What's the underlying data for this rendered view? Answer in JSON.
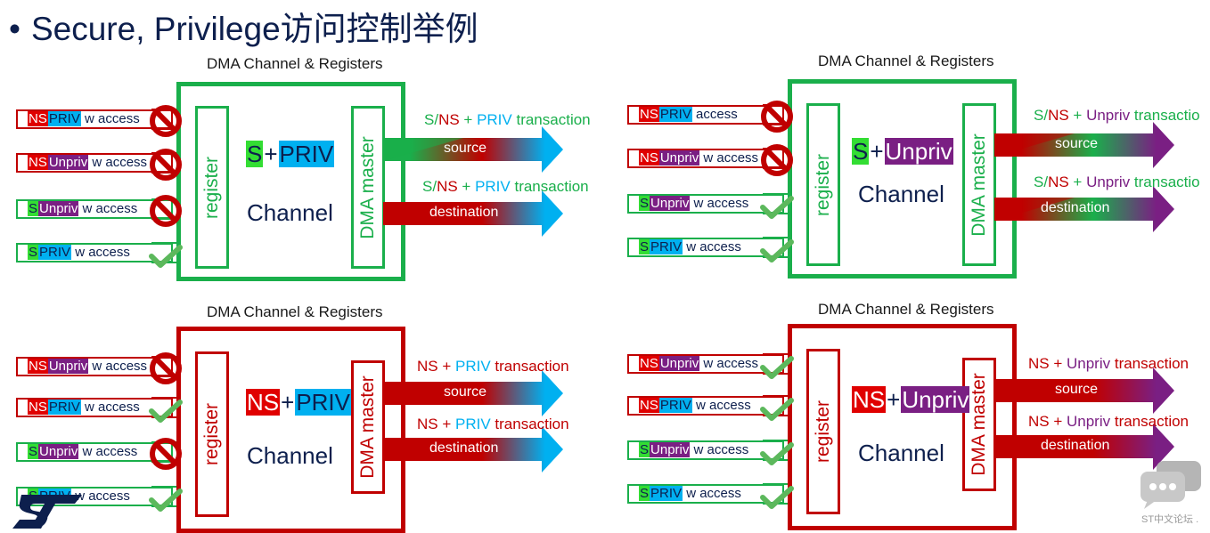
{
  "title": {
    "bullet": "•",
    "text": "Secure, Privilege访问控制举例"
  },
  "colors": {
    "green": "#1aaf4b",
    "red": "#c00000",
    "cyan": "#00b0f0",
    "purple": "#7a1f83",
    "s_green": "#33dd33",
    "ns_red": "#e00000",
    "navy": "#0d1f4d",
    "check": "#5cb85c"
  },
  "quadrants": [
    {
      "label": "DMA Channel & Registers",
      "border": "green",
      "channel_title": [
        {
          "text": "S",
          "bg": "#33dd33",
          "fg": "#0d1f4d"
        },
        {
          "text": "+",
          "bg": "",
          "fg": "#0d1f4d"
        },
        {
          "text": "PRIV",
          "bg": "#00b0f0",
          "fg": "#0d1f4d"
        }
      ],
      "channel_name": "Channel",
      "register": "register",
      "master": "DMA master",
      "accesses": [
        {
          "security": "NS",
          "priv": "PRIV",
          "suffix": "w access",
          "status": "blocked"
        },
        {
          "security": "NS",
          "priv": "Unpriv",
          "suffix": "w access",
          "status": "blocked"
        },
        {
          "security": "S",
          "priv": "Unpriv",
          "suffix": "w access",
          "status": "blocked"
        },
        {
          "security": "S",
          "priv": "PRIV",
          "suffix": "w access",
          "status": "allowed"
        }
      ],
      "transactions": [
        {
          "label": "S/NS + PRIV transaction",
          "parts": [
            {
              "t": "S/",
              "c": "#1aaf4b"
            },
            {
              "t": "NS",
              "c": "#c00000"
            },
            {
              "t": " + ",
              "c": "#1aaf4b"
            },
            {
              "t": "PRIV",
              "c": "#00b0f0"
            },
            {
              "t": " transaction",
              "c": "#1aaf4b"
            }
          ],
          "arrow": "source",
          "grad": [
            "#1aaf4b",
            "#c00000",
            "#00b0f0"
          ]
        },
        {
          "label": "S/NS + PRIV transaction",
          "parts": [
            {
              "t": "S/",
              "c": "#1aaf4b"
            },
            {
              "t": "NS",
              "c": "#c00000"
            },
            {
              "t": " + ",
              "c": "#1aaf4b"
            },
            {
              "t": "PRIV",
              "c": "#00b0f0"
            },
            {
              "t": " transaction",
              "c": "#1aaf4b"
            }
          ],
          "arrow": "destination",
          "grad": [
            "#c00000",
            "#c00000",
            "#00b0f0"
          ]
        }
      ]
    },
    {
      "label": "DMA Channel & Registers",
      "border": "green",
      "channel_title": [
        {
          "text": "S",
          "bg": "#33dd33",
          "fg": "#0d1f4d"
        },
        {
          "text": "+",
          "bg": "",
          "fg": "#0d1f4d"
        },
        {
          "text": "Unpriv",
          "bg": "#7a1f83",
          "fg": "#ffffff"
        }
      ],
      "channel_name": "Channel",
      "register": "register",
      "master": "DMA master",
      "accesses": [
        {
          "security": "NS",
          "priv": "PRIV",
          "suffix": "access",
          "status": "blocked"
        },
        {
          "security": "NS",
          "priv": "Unpriv",
          "suffix": "w access",
          "status": "blocked"
        },
        {
          "security": "S",
          "priv": "Unpriv",
          "suffix": "w access",
          "status": "allowed"
        },
        {
          "security": "S",
          "priv": "PRIV",
          "suffix": "w access",
          "status": "allowed"
        }
      ],
      "transactions": [
        {
          "label": "S/NS + Unpriv transactio",
          "parts": [
            {
              "t": "S/",
              "c": "#1aaf4b"
            },
            {
              "t": "NS",
              "c": "#c00000"
            },
            {
              "t": " + ",
              "c": "#1aaf4b"
            },
            {
              "t": "Unpriv",
              "c": "#7a1f83"
            },
            {
              "t": " transactio",
              "c": "#1aaf4b"
            }
          ],
          "arrow": "source",
          "grad": [
            "#c00000",
            "#1aaf4b",
            "#7a1f83"
          ]
        },
        {
          "label": "S/NS + Unpriv transactio",
          "parts": [
            {
              "t": "S/",
              "c": "#1aaf4b"
            },
            {
              "t": "NS",
              "c": "#c00000"
            },
            {
              "t": " + ",
              "c": "#1aaf4b"
            },
            {
              "t": "Unpriv",
              "c": "#7a1f83"
            },
            {
              "t": " transactio",
              "c": "#1aaf4b"
            }
          ],
          "arrow": "destination",
          "grad": [
            "#c00000",
            "#1aaf4b",
            "#7a1f83"
          ]
        }
      ]
    },
    {
      "label": "DMA Channel & Registers",
      "border": "red",
      "channel_title": [
        {
          "text": "NS",
          "bg": "#e00000",
          "fg": "#ffffff"
        },
        {
          "text": "+",
          "bg": "",
          "fg": "#0d1f4d"
        },
        {
          "text": "PRIV",
          "bg": "#00b0f0",
          "fg": "#0d1f4d"
        }
      ],
      "channel_name": "Channel",
      "register": "register",
      "master": "DMA master",
      "accesses": [
        {
          "security": "NS",
          "priv": "Unpriv",
          "suffix": "w access",
          "status": "blocked"
        },
        {
          "security": "NS",
          "priv": "PRIV",
          "suffix": "w access",
          "status": "allowed"
        },
        {
          "security": "S",
          "priv": "Unpriv",
          "suffix": "w access",
          "status": "blocked"
        },
        {
          "security": "S",
          "priv": "PRIV",
          "suffix": "w access",
          "status": "allowed"
        }
      ],
      "transactions": [
        {
          "label": "NS + PRIV transaction",
          "parts": [
            {
              "t": "NS",
              "c": "#c00000"
            },
            {
              "t": " + ",
              "c": "#c00000"
            },
            {
              "t": "PRIV",
              "c": "#00b0f0"
            },
            {
              "t": " transaction",
              "c": "#c00000"
            }
          ],
          "arrow": "source",
          "grad": [
            "#c00000",
            "#c00000",
            "#00b0f0"
          ]
        },
        {
          "label": "NS + PRIV transaction",
          "parts": [
            {
              "t": "NS",
              "c": "#c00000"
            },
            {
              "t": " + ",
              "c": "#c00000"
            },
            {
              "t": "PRIV",
              "c": "#00b0f0"
            },
            {
              "t": " transaction",
              "c": "#c00000"
            }
          ],
          "arrow": "destination",
          "grad": [
            "#c00000",
            "#c00000",
            "#00b0f0"
          ]
        }
      ]
    },
    {
      "label": "DMA Channel & Registers",
      "border": "red",
      "channel_title": [
        {
          "text": "NS",
          "bg": "#e00000",
          "fg": "#ffffff"
        },
        {
          "text": "+",
          "bg": "",
          "fg": "#0d1f4d"
        },
        {
          "text": "Unpriv",
          "bg": "#7a1f83",
          "fg": "#ffffff"
        }
      ],
      "channel_name": "Channel",
      "register": "register",
      "master": "DMA master",
      "accesses": [
        {
          "security": "NS",
          "priv": "Unpriv",
          "suffix": "w access",
          "status": "allowed"
        },
        {
          "security": "NS",
          "priv": "PRIV",
          "suffix": "w access",
          "status": "allowed"
        },
        {
          "security": "S",
          "priv": "Unpriv",
          "suffix": "w access",
          "status": "allowed"
        },
        {
          "security": "S",
          "priv": "PRIV",
          "suffix": "w access",
          "status": "allowed"
        }
      ],
      "transactions": [
        {
          "label": "NS + Unpriv transaction",
          "parts": [
            {
              "t": "NS",
              "c": "#c00000"
            },
            {
              "t": " + ",
              "c": "#c00000"
            },
            {
              "t": "Unpriv",
              "c": "#7a1f83"
            },
            {
              "t": " transaction",
              "c": "#c00000"
            }
          ],
          "arrow": "source",
          "grad": [
            "#c00000",
            "#c00000",
            "#7a1f83"
          ]
        },
        {
          "label": "NS + Unpriv transaction",
          "parts": [
            {
              "t": "NS",
              "c": "#c00000"
            },
            {
              "t": " + ",
              "c": "#c00000"
            },
            {
              "t": "Unpriv",
              "c": "#7a1f83"
            },
            {
              "t": " transaction",
              "c": "#c00000"
            }
          ],
          "arrow": "destination",
          "grad": [
            "#c00000",
            "#c00000",
            "#7a1f83"
          ]
        }
      ]
    }
  ],
  "footer": {
    "logo": "ST logo",
    "chat_icon": "chat-bubble-icon",
    "watermark": "ST中文论坛 ."
  }
}
